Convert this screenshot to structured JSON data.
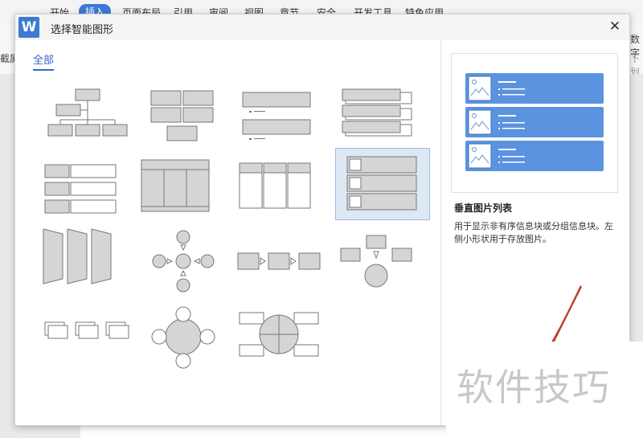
{
  "menubar": {
    "items": [
      "开始",
      "插入",
      "页面布局",
      "引用",
      "审阅",
      "视图",
      "章节",
      "安全",
      "开发工具",
      "特色应用"
    ],
    "active_index": 1
  },
  "toolbar": {
    "left_text": "截屏",
    "right_text_1": "数字",
    "right_text_2": "下划"
  },
  "dialog": {
    "title": "选择智能图形",
    "logo_letter": "W",
    "close_glyph": "✕",
    "tab_all": "全部",
    "preview": {
      "title": "垂直图片列表",
      "description": "用于显示非有序信息块或分组信息块。左侧小形状用于存放图片。"
    }
  },
  "watermark": "软件技巧",
  "colors": {
    "accent": "#5b93e0",
    "selected_bg": "#dde8f5",
    "shape_gray": "#d5d5d5",
    "outline": "#777777"
  }
}
